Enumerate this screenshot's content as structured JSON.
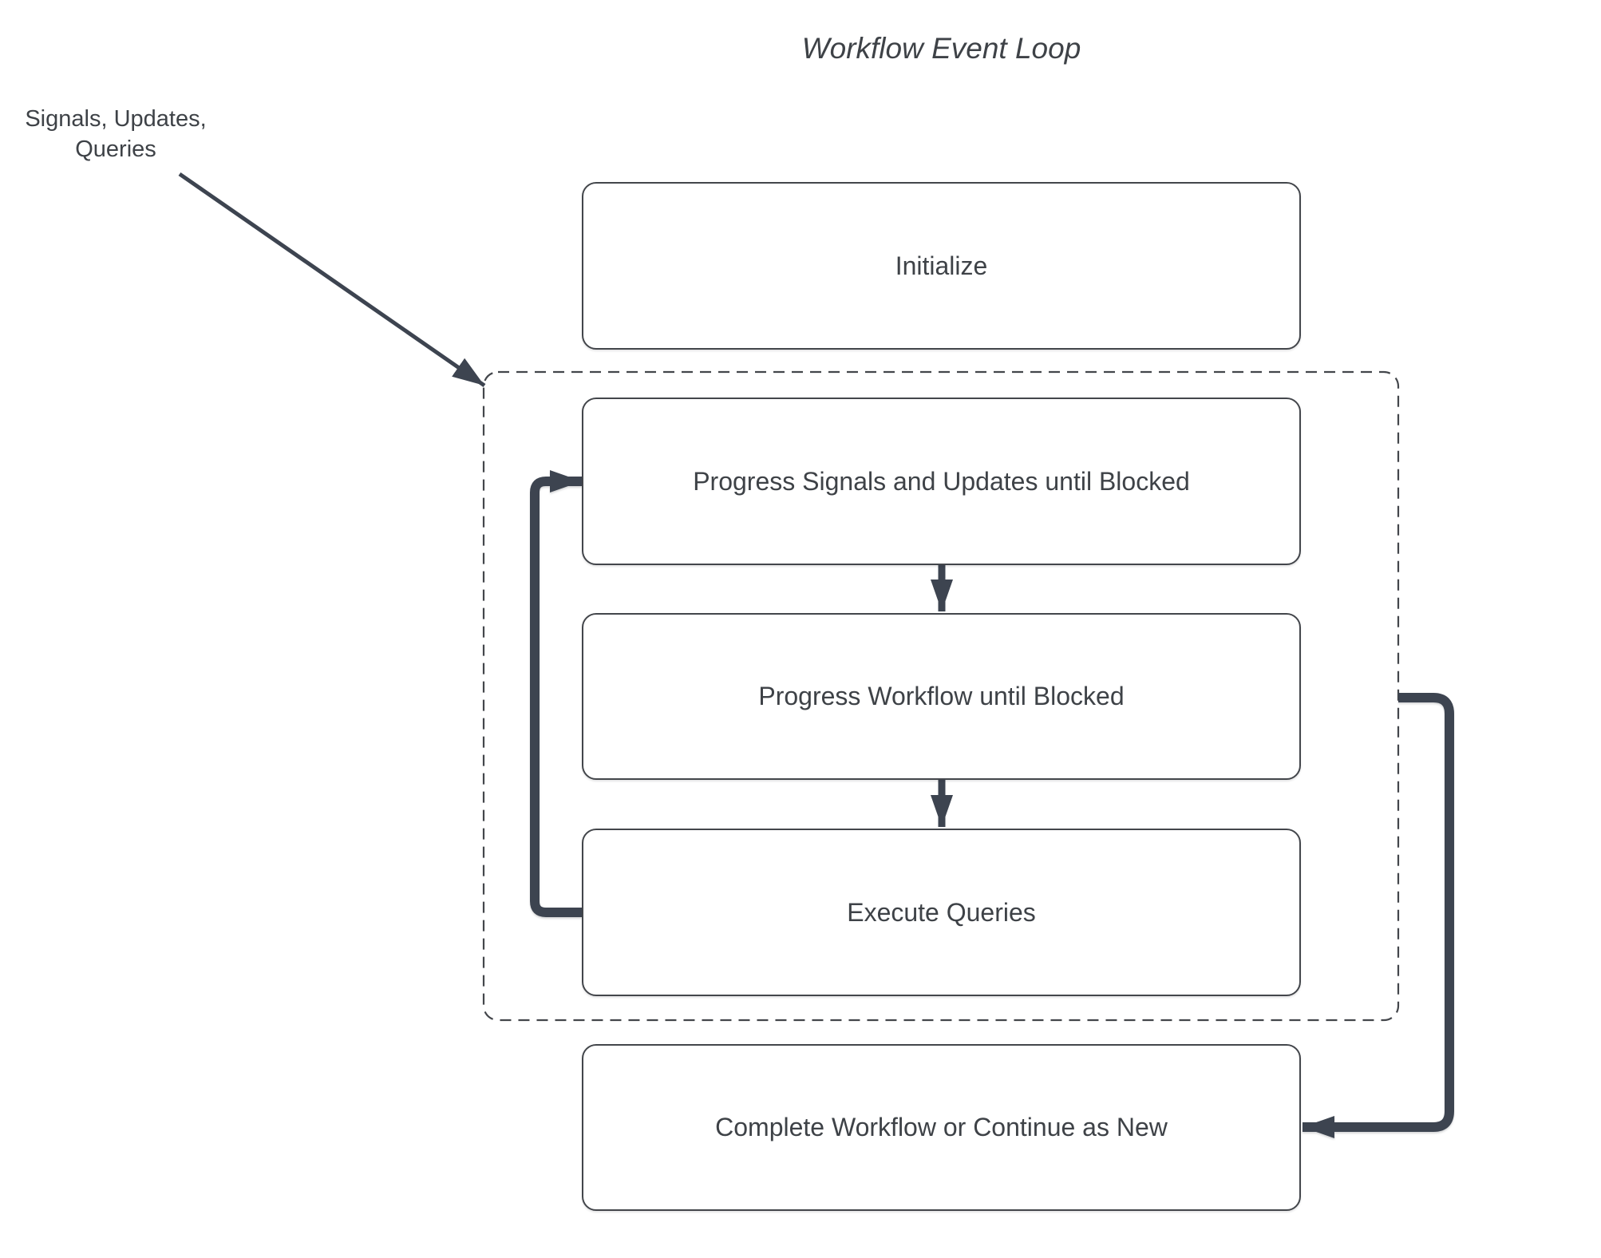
{
  "title": "Workflow Event Loop",
  "side_label": "Signals, Updates,\nQueries",
  "boxes": {
    "initialize": "Initialize",
    "progress_signals": "Progress Signals and Updates until Blocked",
    "progress_workflow": "Progress Workflow until Blocked",
    "execute_queries": "Execute Queries",
    "complete": "Complete Workflow or Continue as New"
  },
  "icons": {
    "arrowhead": "solid-triangle-arrowhead"
  },
  "colors": {
    "line": "#3d4450",
    "border": "#43464b",
    "text": "#3e4247",
    "background": "#ffffff"
  }
}
